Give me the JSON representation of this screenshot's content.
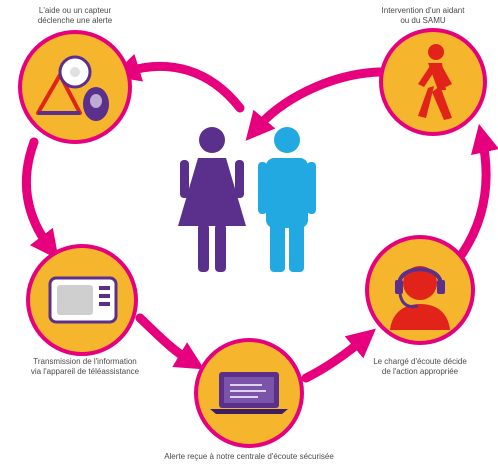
{
  "colors": {
    "circle_fill": "#f5b52c",
    "circle_border": "#e6007e",
    "arrow": "#e6007e",
    "woman": "#5b2f8c",
    "man": "#23a9e1",
    "accent_purple": "#5b2f8c",
    "accent_red": "#e2231a"
  },
  "steps": [
    {
      "caption_lines": [
        "L'aide ou un capteur",
        "déclenche une alerte"
      ],
      "icon": "pendant-alarm-icon"
    },
    {
      "caption_lines": [
        "Transmission de l'information",
        "via l'appareil de téléassistance"
      ],
      "icon": "teleassistance-device-icon"
    },
    {
      "caption_lines": [
        "Alerte reçue à notre centrale d'écoute sécurisée"
      ],
      "icon": "laptop-icon"
    },
    {
      "caption_lines": [
        "Le chargé d'écoute décide",
        "de l'action appropriée"
      ],
      "icon": "headset-operator-icon"
    },
    {
      "caption_lines": [
        "Intervention d'un aidant",
        "ou du SAMU"
      ],
      "icon": "walking-person-icon"
    }
  ],
  "center_figures": [
    "woman-figure-icon",
    "man-figure-icon"
  ]
}
